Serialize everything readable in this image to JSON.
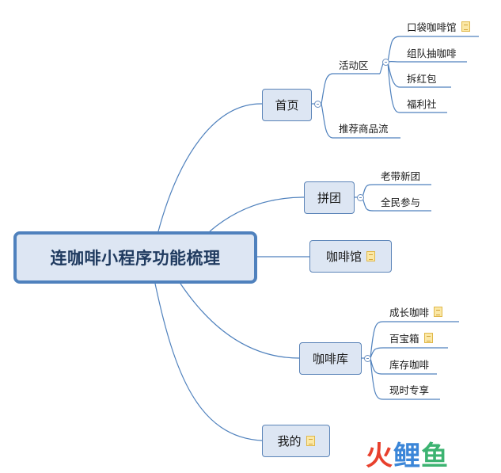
{
  "root": {
    "label": "连咖啡小程序功能梳理"
  },
  "branches": {
    "home": {
      "label": "首页",
      "sub_activity": {
        "label": "活动区",
        "items": [
          "口袋咖啡馆",
          "组队抽咖啡",
          "拆红包",
          "福利社"
        ]
      },
      "sub_recommend": {
        "label": "推荐商品流"
      }
    },
    "group": {
      "label": "拼团",
      "items": [
        "老带新团",
        "全民参与"
      ]
    },
    "cafe": {
      "label": "咖啡馆"
    },
    "warehouse": {
      "label": "咖啡库",
      "items": [
        "成长咖啡",
        "百宝箱",
        "库存咖啡",
        "现时专享"
      ]
    },
    "mine": {
      "label": "我的"
    }
  },
  "watermark": {
    "c1": "火",
    "c2": "鲤",
    "c3": "鱼"
  },
  "colors": {
    "line": "#4f81bd",
    "box_fill": "#dde6f3",
    "accent": "#4f81bd"
  }
}
